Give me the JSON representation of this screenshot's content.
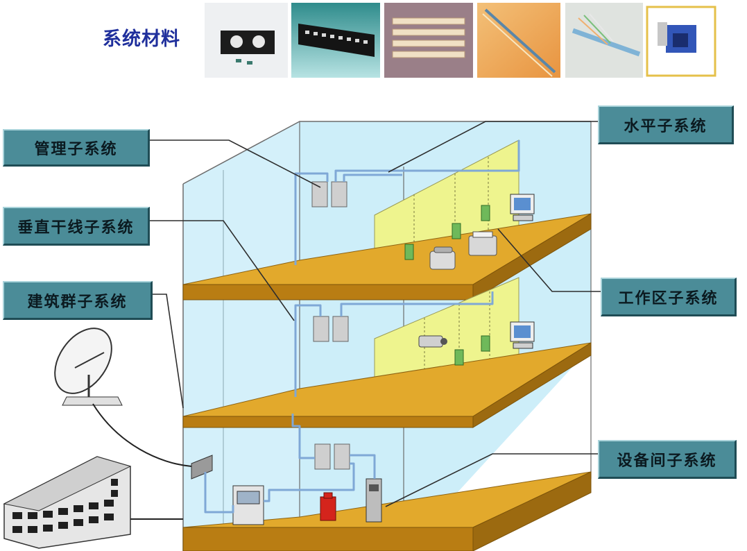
{
  "header": {
    "title": "系统材料"
  },
  "labels": {
    "management": "管理子系统",
    "vertical": "垂直干线子系统",
    "campus": "建筑群子系统",
    "horizontal": "水平子系统",
    "work_area": "工作区子系统",
    "equipment_room": "设备间子系统"
  },
  "colors": {
    "label_bg": "#4b8c98",
    "floor_top": "#e2a92c",
    "wall": "#eef48e",
    "building_glass": "#c4ecf8",
    "cable": "#7fa8d6"
  }
}
